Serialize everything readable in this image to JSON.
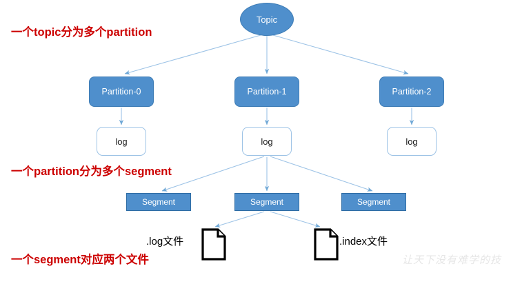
{
  "diagram": {
    "title": "Kafka topic partition segment structure",
    "colors": {
      "node_blue": "#4F8FCC",
      "node_blue_border": "#3E7CB5",
      "segment_border": "#2E6CA4",
      "log_border": "#9DC3E6",
      "edge": "#8FB8DC",
      "annotation_red": "#CC0000",
      "file_outline": "#000000",
      "watermark": "#E6E6E6",
      "background": "#FFFFFF"
    },
    "root": {
      "label": "Topic"
    },
    "partitions": [
      {
        "label": "Partition-0"
      },
      {
        "label": "Partition-1"
      },
      {
        "label": "Partition-2"
      }
    ],
    "logs": [
      {
        "label": "log"
      },
      {
        "label": "log"
      },
      {
        "label": "log"
      }
    ],
    "segments": [
      {
        "label": "Segment"
      },
      {
        "label": "Segment"
      },
      {
        "label": "Segment"
      }
    ],
    "files": [
      {
        "label": ".log文件",
        "icon": "document-icon"
      },
      {
        "label": ".index文件",
        "icon": "document-icon"
      }
    ],
    "annotations": [
      {
        "text": "一个topic分为多个partition"
      },
      {
        "text": "一个partition分为多个segment"
      },
      {
        "text": "一个segment对应两个文件"
      }
    ],
    "watermark": {
      "text": "让天下没有难学的技"
    }
  }
}
